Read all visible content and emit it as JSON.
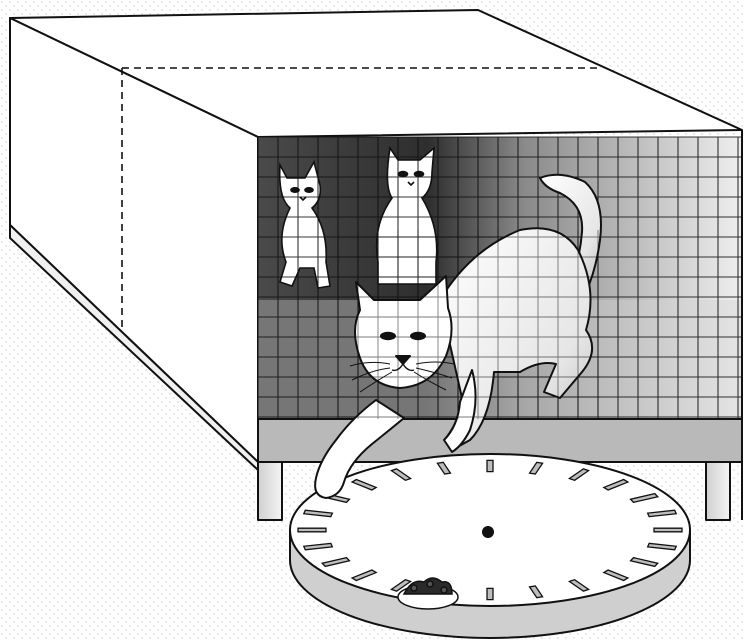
{
  "scene": {
    "subjects": [
      "cage",
      "cat-reaching",
      "cat-left",
      "cat-middle",
      "turntable",
      "food-dish"
    ],
    "colors": {
      "background": "#ffffff",
      "stipple": "#c8c8c8",
      "outline": "#111111",
      "cage_shadow_dark": "#3a3a3a",
      "cage_shadow_light": "#e9e9e9",
      "cat_fill": "#ffffff",
      "food": "#2a2a2a"
    },
    "turntable_paddle_count": 24
  }
}
